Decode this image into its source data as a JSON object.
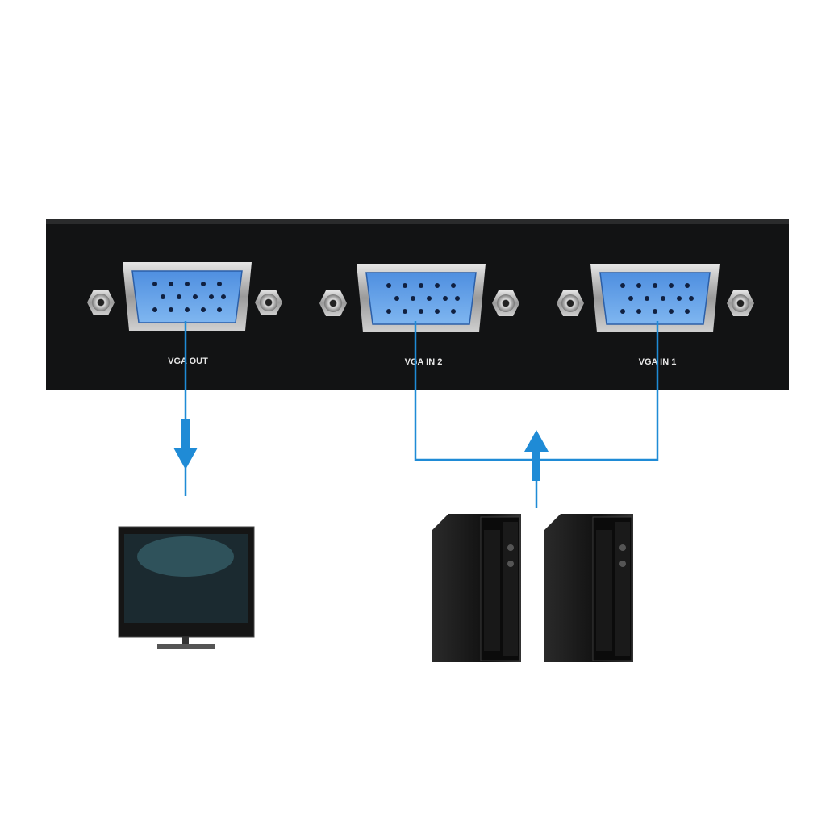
{
  "ports": [
    {
      "id": "out",
      "label": "VGA OUT"
    },
    {
      "id": "in2",
      "label": "VGA IN 2"
    },
    {
      "id": "in1",
      "label": "VGA IN 1"
    }
  ],
  "colors": {
    "panel": "#121314",
    "connector_blue": "#5b9ee8",
    "cable_line": "#1f8bd6",
    "metal": "#b8b8b8"
  },
  "devices": {
    "output": "monitor-icon",
    "inputs": [
      "desktop-pc-icon",
      "desktop-pc-icon"
    ]
  }
}
